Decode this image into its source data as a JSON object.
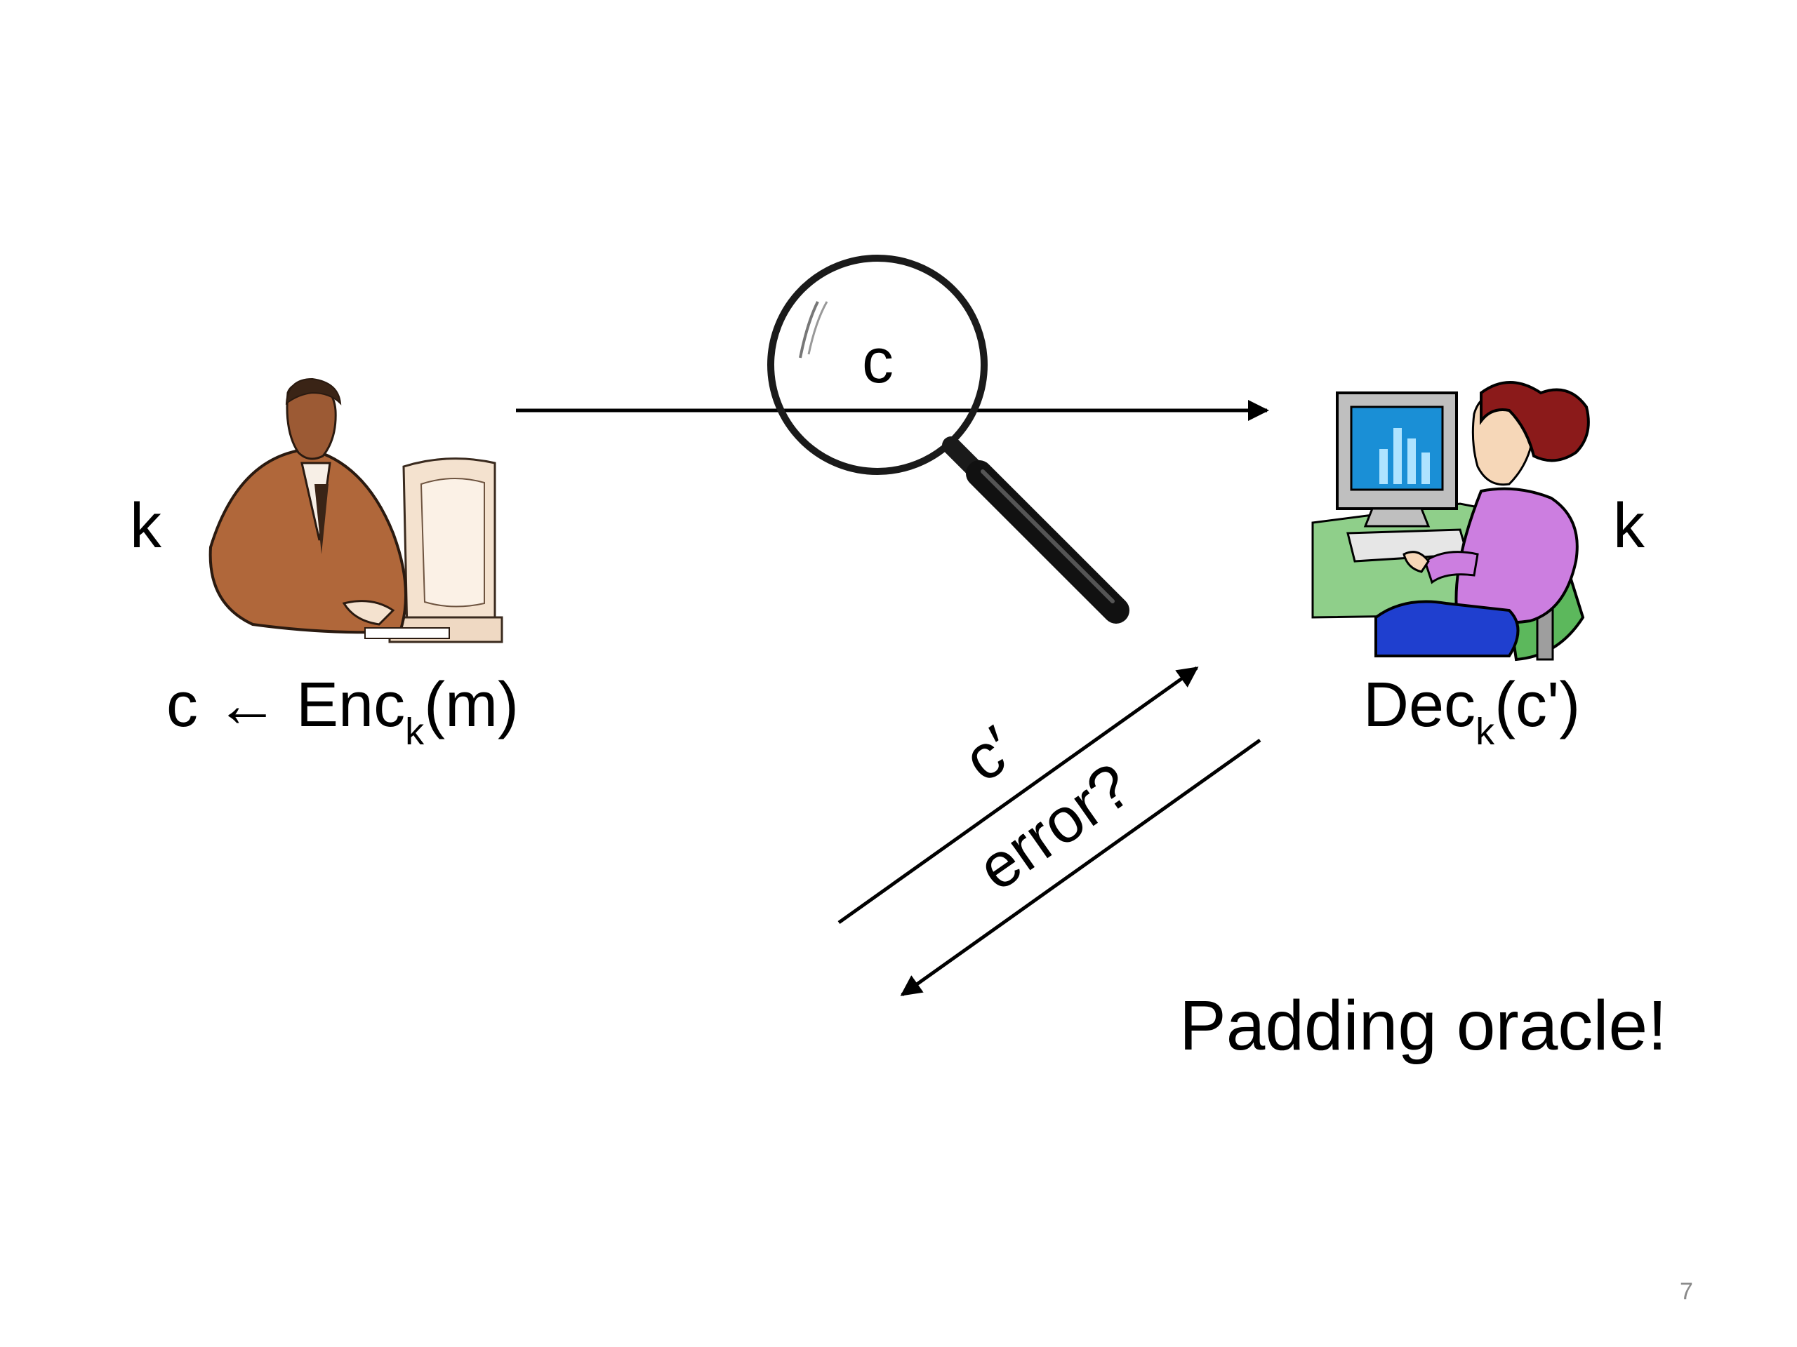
{
  "slide": {
    "left_key": "k",
    "right_key": "k",
    "sender_formula": {
      "pre": "c ← Enc",
      "sub": "k",
      "post": "(m)"
    },
    "receiver_formula": {
      "pre": "Dec",
      "sub": "k",
      "post": "(c')"
    },
    "intercepted_label": "c",
    "forward_label": "c′",
    "reply_label": "error?",
    "callout": "Padding oracle!",
    "page_number": "7"
  },
  "icons": {
    "sender": "man-at-computer-icon",
    "receiver": "woman-at-computer-icon",
    "eavesdropper": "magnifying-glass-icon"
  },
  "colors": {
    "ink": "#000000",
    "page_number": "#8a8a8a",
    "sender_suit": "#b0673a",
    "receiver_shirt": "#cc7ee0",
    "receiver_hair": "#8b1a1a",
    "receiver_screen": "#1a8fd6",
    "desk": "#8fcf8a"
  }
}
